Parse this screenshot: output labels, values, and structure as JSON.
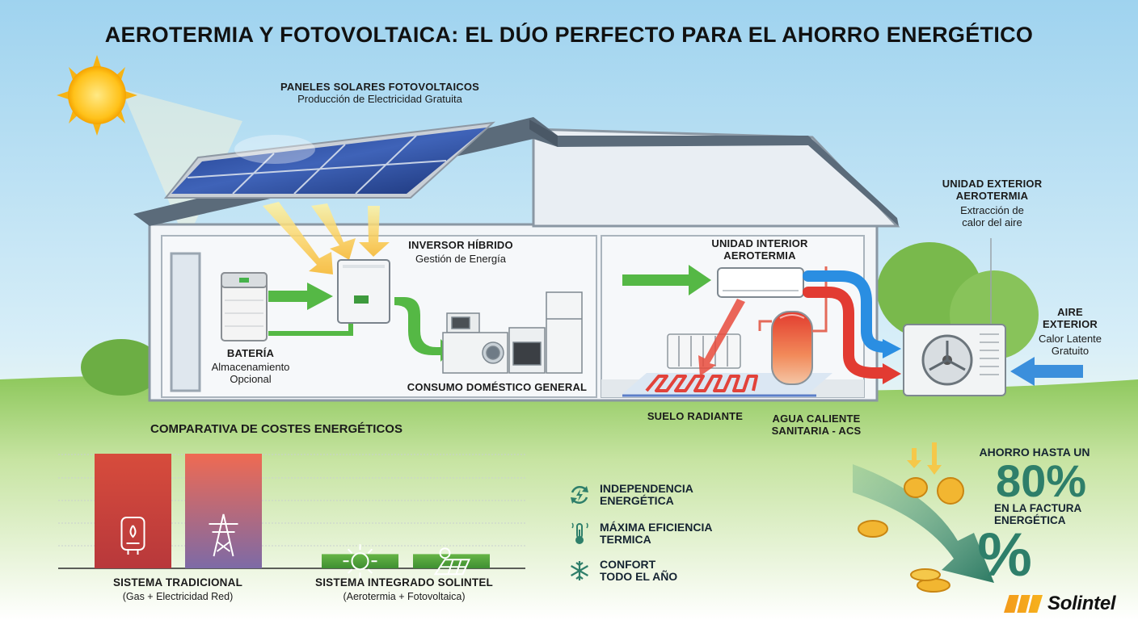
{
  "title": "AEROTERMIA Y FOTOVOLTAICA: EL DÚO PERFECTO PARA EL AHORRO ENERGÉTICO",
  "labels": {
    "solar_panels": {
      "title": "PANELES SOLARES FOTOVOLTAICOS",
      "subtitle": "Producción de Electricidad Gratuita"
    },
    "inverter": {
      "title": "INVERSOR HÍBRIDO",
      "subtitle": "Gestión de Energía"
    },
    "battery": {
      "title": "BATERÍA",
      "subtitle_1": "Almacenamiento",
      "subtitle_2": "Opcional"
    },
    "consumption": {
      "title": "CONSUMO DOMÉSTICO GENERAL"
    },
    "indoor_unit": {
      "title_1": "UNIDAD INTERIOR",
      "title_2": "AEROTERMIA"
    },
    "outdoor_unit": {
      "title_1": "UNIDAD EXTERIOR",
      "title_2": "AEROTERMIA",
      "subtitle_1": "Extracción de",
      "subtitle_2": "calor del aire"
    },
    "outside_air": {
      "title_1": "AIRE",
      "title_2": "EXTERIOR",
      "subtitle_1": "Calor Latente",
      "subtitle_2": "Gratuito"
    },
    "underfloor": {
      "title": "SUELO RADIANTE"
    },
    "hot_water": {
      "title_1": "AGUA CALIENTE",
      "title_2": "SANITARIA - ACS"
    }
  },
  "comparison": {
    "title": "COMPARATIVA DE COSTES ENERGÉTICOS",
    "groups": [
      {
        "name": "SISTEMA TRADICIONAL",
        "detail": "(Gas + Electricidad Red)"
      },
      {
        "name": "SISTEMA INTEGRADO SOLINTEL",
        "detail": "(Aerotermia + Fotovoltaica)"
      }
    ]
  },
  "chart_data": {
    "type": "bar",
    "title": "COMPARATIVA DE COSTES ENERGÉTICOS",
    "categories": [
      "SISTEMA TRADICIONAL",
      "SISTEMA INTEGRADO SOLINTEL"
    ],
    "bars": [
      {
        "group": 0,
        "icon": "water-heater-icon",
        "value": 100,
        "color": "#c9413f"
      },
      {
        "group": 0,
        "icon": "power-tower-icon",
        "value": 100,
        "color": "#d9544a"
      },
      {
        "group": 1,
        "icon": "sun-icon",
        "value": 20,
        "color": "#5aa83e"
      },
      {
        "group": 1,
        "icon": "solar-panel-icon",
        "value": 20,
        "color": "#5aa83e"
      }
    ],
    "ylim": [
      0,
      100
    ],
    "grid": true
  },
  "benefits": [
    {
      "line1": "INDEPENDENCIA",
      "line2": "ENERGÉTICA",
      "icon": "energy-cycle-icon"
    },
    {
      "line1": "MÁXIMA EFICIENCIA",
      "line2": "TERMICA",
      "icon": "thermometer-icon"
    },
    {
      "line1": "CONFORT",
      "line2": "TODO EL AÑO",
      "icon": "snowflake-icon"
    }
  ],
  "savings": {
    "prefix": "AHORRO HASTA UN",
    "value": "80%",
    "suffix_1": "EN LA FACTURA",
    "suffix_2": "ENERGÉTICA",
    "symbol": "%"
  },
  "brand": {
    "name": "Solintel",
    "colors": {
      "orange": "#f39a1b",
      "green": "#5aa83e",
      "red": "#d9544a",
      "teal": "#2e7f6a"
    }
  }
}
